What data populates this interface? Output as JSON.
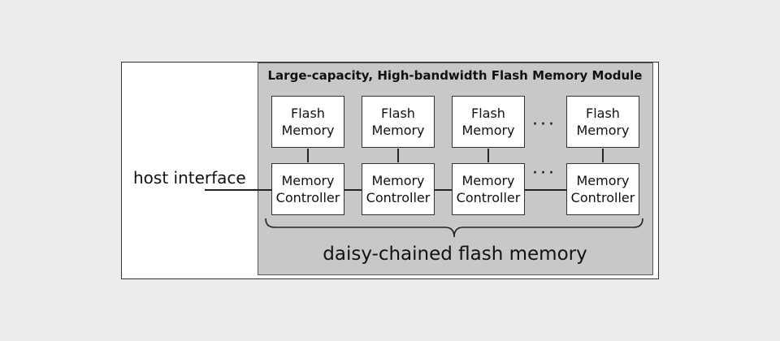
{
  "module_title": "Large-capacity, High-bandwidth Flash Memory Module",
  "host_label": "host interface",
  "caption": "daisy-chained flash memory",
  "ellipsis": "···",
  "columns": [
    {
      "flash": [
        "Flash",
        "Memory"
      ],
      "controller": [
        "Memory",
        "Controller"
      ]
    },
    {
      "flash": [
        "Flash",
        "Memory"
      ],
      "controller": [
        "Memory",
        "Controller"
      ]
    },
    {
      "flash": [
        "Flash",
        "Memory"
      ],
      "controller": [
        "Memory",
        "Controller"
      ]
    },
    {
      "flash": [
        "Flash",
        "Memory"
      ],
      "controller": [
        "Memory",
        "Controller"
      ]
    }
  ],
  "colors": {
    "module_fill": "#c8c8c8",
    "frame_fill": "#ffffff",
    "box_fill": "#ffffff",
    "line": "#222222"
  }
}
